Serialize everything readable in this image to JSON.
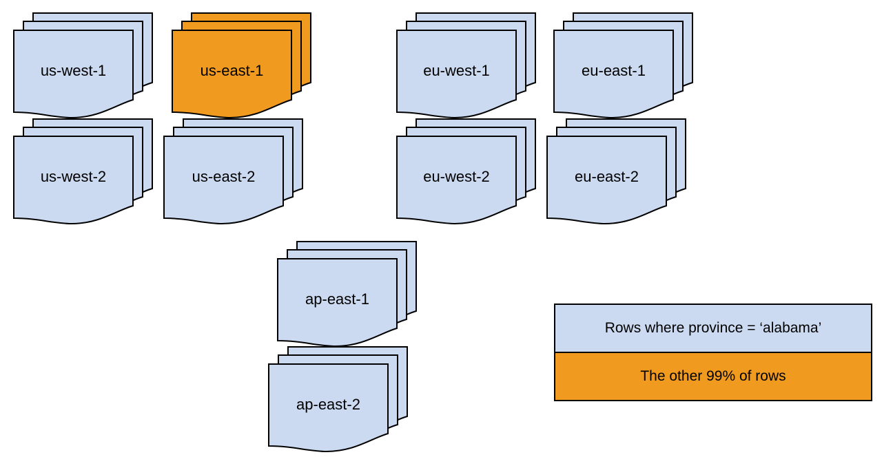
{
  "colors": {
    "doc-blue": "#CBDAF0",
    "doc-orange": "#F09A20",
    "stroke-color": "#000000",
    "text-color": "#000000"
  },
  "stacks": [
    {
      "label": "us-west-1",
      "color": "blue"
    },
    {
      "label": "us-east-1",
      "color": "orange"
    },
    {
      "label": "eu-west-1",
      "color": "blue"
    },
    {
      "label": "eu-east-1",
      "color": "blue"
    },
    {
      "label": "us-west-2",
      "color": "blue"
    },
    {
      "label": "us-east-2",
      "color": "blue"
    },
    {
      "label": "eu-west-2",
      "color": "blue"
    },
    {
      "label": "eu-east-2",
      "color": "blue"
    },
    {
      "label": "ap-east-1",
      "color": "blue"
    },
    {
      "label": "ap-east-2",
      "color": "blue"
    }
  ],
  "legend": {
    "items": [
      {
        "label": "Rows where province = ‘alabama’",
        "color": "#CBDAF0"
      },
      {
        "label": "The other 99% of rows",
        "color": "#F09A20"
      }
    ]
  }
}
